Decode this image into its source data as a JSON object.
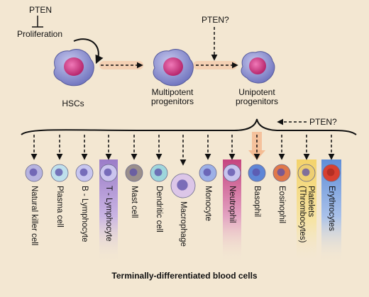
{
  "top": {
    "pten_label": "PTEN",
    "proliferation_label": "Proliferation",
    "pten_question_label": "PTEN?",
    "pten_question_side_label": "PTEN?"
  },
  "stages": [
    {
      "label": "HSCs"
    },
    {
      "label": "Multipotent\nprogenitors"
    },
    {
      "label": "Unipotent\nprogenitors"
    }
  ],
  "blood_cells": [
    {
      "label": "Natural killer cell",
      "cell_color": "#b7b4e0"
    },
    {
      "label": "Plasma cell",
      "cell_color": "#bfe0ec"
    },
    {
      "label": "B - Lymphocyte",
      "cell_color": "#c8c6ef"
    },
    {
      "label": "T - Lymphocyte",
      "cell_color": "#cbc4ee",
      "highlight": "#b79ad6"
    },
    {
      "label": "Mast cell",
      "cell_color": "#9a8f8c"
    },
    {
      "label": "Dendritic cell",
      "cell_color": "#9fd6dc"
    },
    {
      "label": "Macrophage",
      "cell_color": "#dcc6e8"
    },
    {
      "label": "Monocyte",
      "cell_color": "#9db0e6"
    },
    {
      "label": "Neutrophil",
      "cell_color": "#c9c4ee",
      "highlight": "#d0609a"
    },
    {
      "label": "Basophil",
      "cell_color": "#5f86d6"
    },
    {
      "label": "Eosinophil",
      "cell_color": "#e0784a"
    },
    {
      "label": "Platelets\n(Thrombocytes)",
      "cell_color": "#eecf72",
      "highlight": "#f4d36a"
    },
    {
      "label": "Erythrocytes",
      "cell_color": "#d84030",
      "highlight": "#6e98dc"
    }
  ],
  "footer_label": "Terminally-differentiated blood cells",
  "colors": {
    "background": "#f3e7d2",
    "hsc_body": "#8a8fd0",
    "hsc_nucleus": "#d23f8c",
    "arrow_glow": "#f4c8a8"
  }
}
